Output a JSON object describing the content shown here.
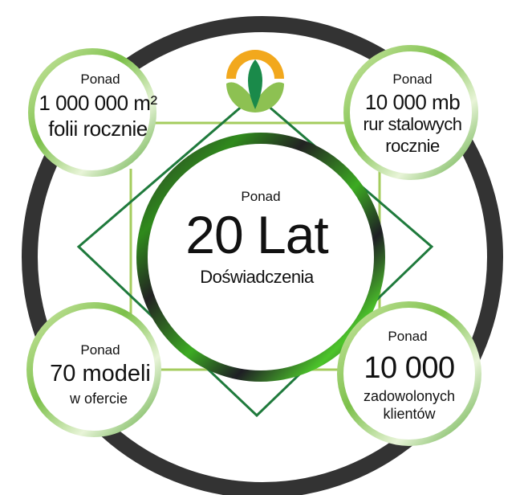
{
  "center": {
    "prefix": "Ponad",
    "value": "20 Lat",
    "label": "Doświadczenia"
  },
  "stats": [
    {
      "prefix": "Ponad",
      "value": "1 000 000 m²",
      "label": "folii rocznie"
    },
    {
      "prefix": "Ponad",
      "value": "10 000 mb",
      "label": "rur stalowych",
      "label2": "rocznie"
    },
    {
      "prefix": "Ponad",
      "value": "70 modeli",
      "label": "w ofercie"
    },
    {
      "prefix": "Ponad",
      "value": "10 000",
      "label": "zadowolonych",
      "label2": "klientów"
    }
  ],
  "colors": {
    "ring": "#333333",
    "diamond": "#1f7a3c",
    "lines": "#a4cc5e",
    "sun": "#f2a81d",
    "leaf_dark": "#1a8a4a",
    "leaf_light": "#8dc152"
  }
}
